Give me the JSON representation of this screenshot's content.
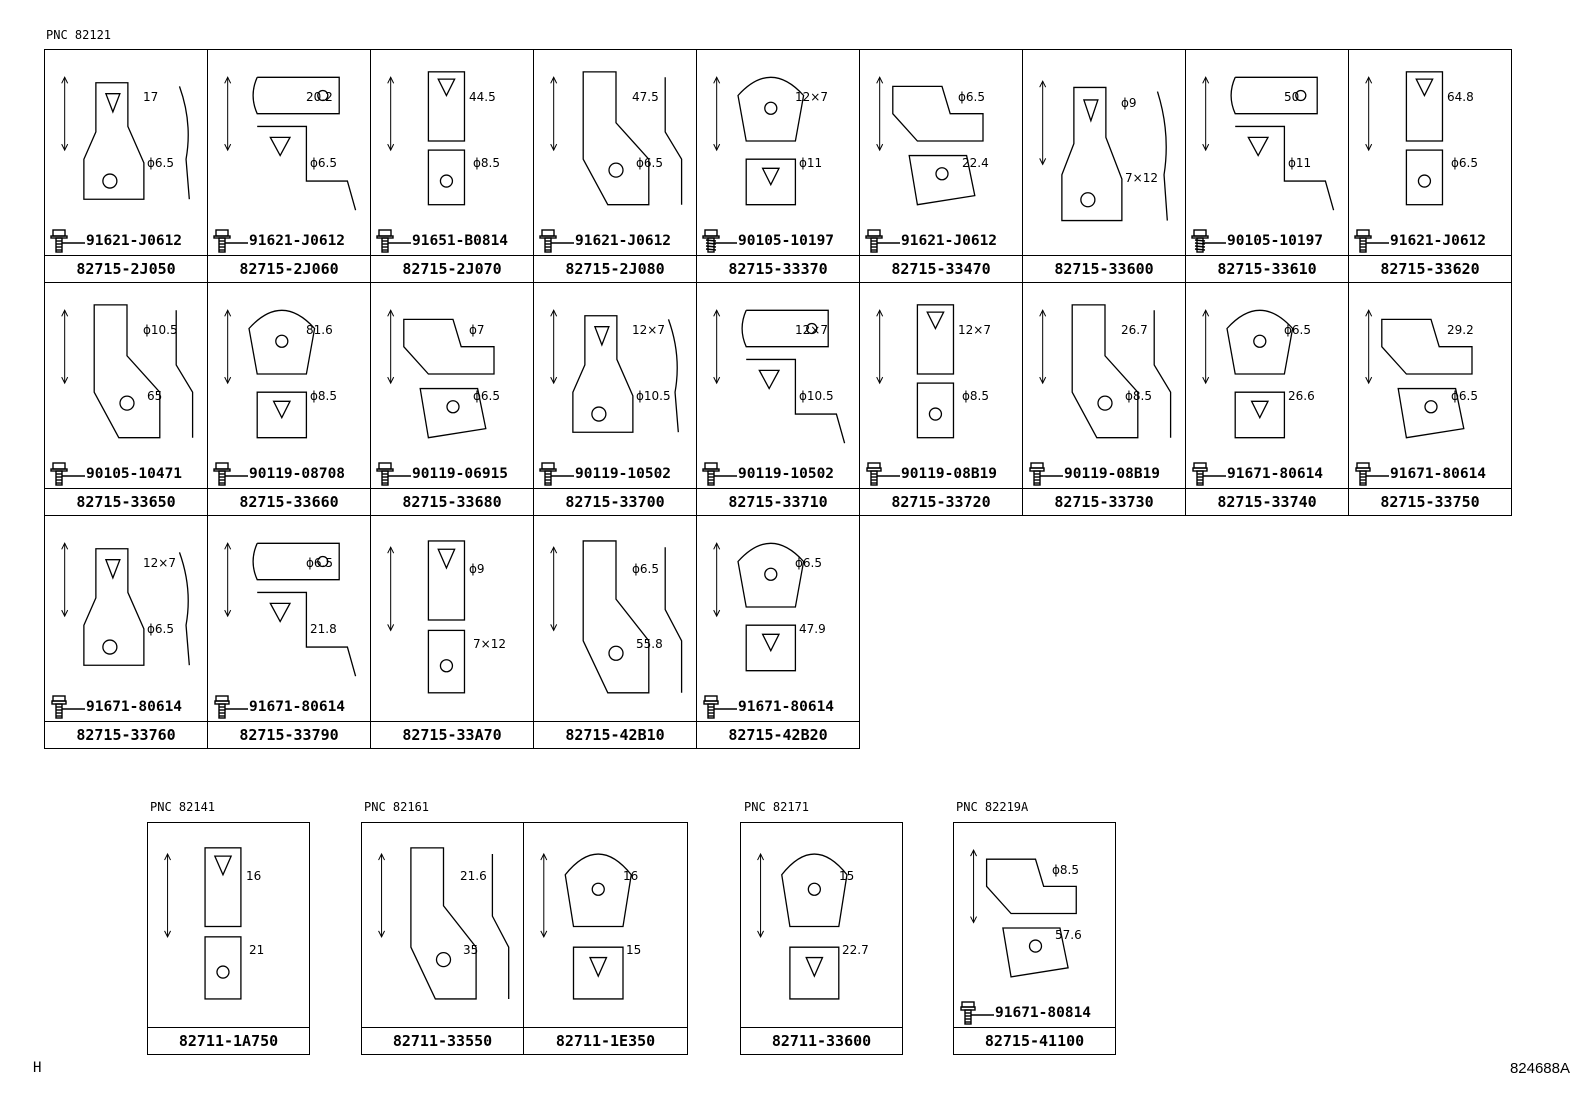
{
  "main_pnc": "PNC 82121",
  "grid": [
    {
      "part": "82715-2J050",
      "bolt": "91621-J0612",
      "bolt_type": "flange",
      "dims": [
        "17",
        "ϕ6.5"
      ]
    },
    {
      "part": "82715-2J060",
      "bolt": "91621-J0612",
      "bolt_type": "flange",
      "dims": [
        "20.2",
        "ϕ6.5"
      ]
    },
    {
      "part": "82715-2J070",
      "bolt": "91651-B0814",
      "bolt_type": "flange",
      "dims": [
        "44.5",
        "ϕ8.5"
      ]
    },
    {
      "part": "82715-2J080",
      "bolt": "91621-J0612",
      "bolt_type": "flange",
      "dims": [
        "47.5",
        "ϕ6.5"
      ]
    },
    {
      "part": "82715-33370",
      "bolt": "90105-10197",
      "bolt_type": "tapping",
      "dims": [
        "12×7",
        "ϕ11"
      ]
    },
    {
      "part": "82715-33470",
      "bolt": "91621-J0612",
      "bolt_type": "flange",
      "dims": [
        "ϕ6.5",
        "22.4"
      ]
    },
    {
      "part": "82715-33600",
      "bolt": "",
      "bolt_type": "none",
      "dims": [
        "ϕ9",
        "7×12"
      ]
    },
    {
      "part": "82715-33610",
      "bolt": "90105-10197",
      "bolt_type": "tapping",
      "dims": [
        "50",
        "ϕ11"
      ]
    },
    {
      "part": "82715-33620",
      "bolt": "91621-J0612",
      "bolt_type": "flange",
      "dims": [
        "64.8",
        "ϕ6.5"
      ]
    },
    {
      "part": "82715-33650",
      "bolt": "90105-10471",
      "bolt_type": "flange",
      "dims": [
        "ϕ10.5",
        "65"
      ]
    },
    {
      "part": "82715-33660",
      "bolt": "90119-08708",
      "bolt_type": "flange",
      "dims": [
        "81.6",
        "ϕ8.5"
      ]
    },
    {
      "part": "82715-33680",
      "bolt": "90119-06915",
      "bolt_type": "flange",
      "dims": [
        "ϕ7",
        "ϕ6.5"
      ]
    },
    {
      "part": "82715-33700",
      "bolt": "90119-10502",
      "bolt_type": "flange",
      "dims": [
        "12×7",
        "ϕ10.5"
      ]
    },
    {
      "part": "82715-33710",
      "bolt": "90119-10502",
      "bolt_type": "flange",
      "dims": [
        "12×7",
        "ϕ10.5"
      ]
    },
    {
      "part": "82715-33720",
      "bolt": "90119-08B19",
      "bolt_type": "washer",
      "dims": [
        "12×7",
        "ϕ8.5"
      ]
    },
    {
      "part": "82715-33730",
      "bolt": "90119-08B19",
      "bolt_type": "washer",
      "dims": [
        "26.7",
        "ϕ8.5"
      ]
    },
    {
      "part": "82715-33740",
      "bolt": "91671-80614",
      "bolt_type": "washer",
      "dims": [
        "ϕ6.5",
        "26.6"
      ]
    },
    {
      "part": "82715-33750",
      "bolt": "91671-80614",
      "bolt_type": "washer",
      "dims": [
        "29.2",
        "ϕ6.5"
      ]
    },
    {
      "part": "82715-33760",
      "bolt": "91671-80614",
      "bolt_type": "washer",
      "dims": [
        "12×7",
        "ϕ6.5"
      ]
    },
    {
      "part": "82715-33790",
      "bolt": "91671-80614",
      "bolt_type": "washer",
      "dims": [
        "ϕ6.5",
        "21.8"
      ]
    },
    {
      "part": "82715-33A70",
      "bolt": "",
      "bolt_type": "none",
      "dims": [
        "ϕ9",
        "7×12"
      ]
    },
    {
      "part": "82715-42B10",
      "bolt": "",
      "bolt_type": "none",
      "dims": [
        "ϕ6.5",
        "55.8"
      ]
    },
    {
      "part": "82715-42B20",
      "bolt": "91671-80614",
      "bolt_type": "washer",
      "dims": [
        "ϕ6.5",
        "47.9"
      ]
    }
  ],
  "bottom_groups": [
    {
      "pnc": "PNC 82141",
      "cells": [
        {
          "part": "82711-1A750",
          "dims": [
            "16",
            "21"
          ],
          "bolt": ""
        }
      ]
    },
    {
      "pnc": "PNC 82161",
      "cells": [
        {
          "part": "82711-33550",
          "dims": [
            "21.6",
            "35"
          ],
          "bolt": ""
        },
        {
          "part": "82711-1E350",
          "dims": [
            "16",
            "15"
          ],
          "bolt": ""
        }
      ]
    },
    {
      "pnc": "PNC 82171",
      "cells": [
        {
          "part": "82711-33600",
          "dims": [
            "15",
            "22.7"
          ],
          "bolt": ""
        }
      ]
    },
    {
      "pnc": "PNC 82219A",
      "cells": [
        {
          "part": "82715-41100",
          "dims": [
            "ϕ8.5",
            "57.6"
          ],
          "bolt": "91671-80814"
        }
      ]
    }
  ],
  "footer": {
    "left": "H",
    "right": "824688A"
  }
}
